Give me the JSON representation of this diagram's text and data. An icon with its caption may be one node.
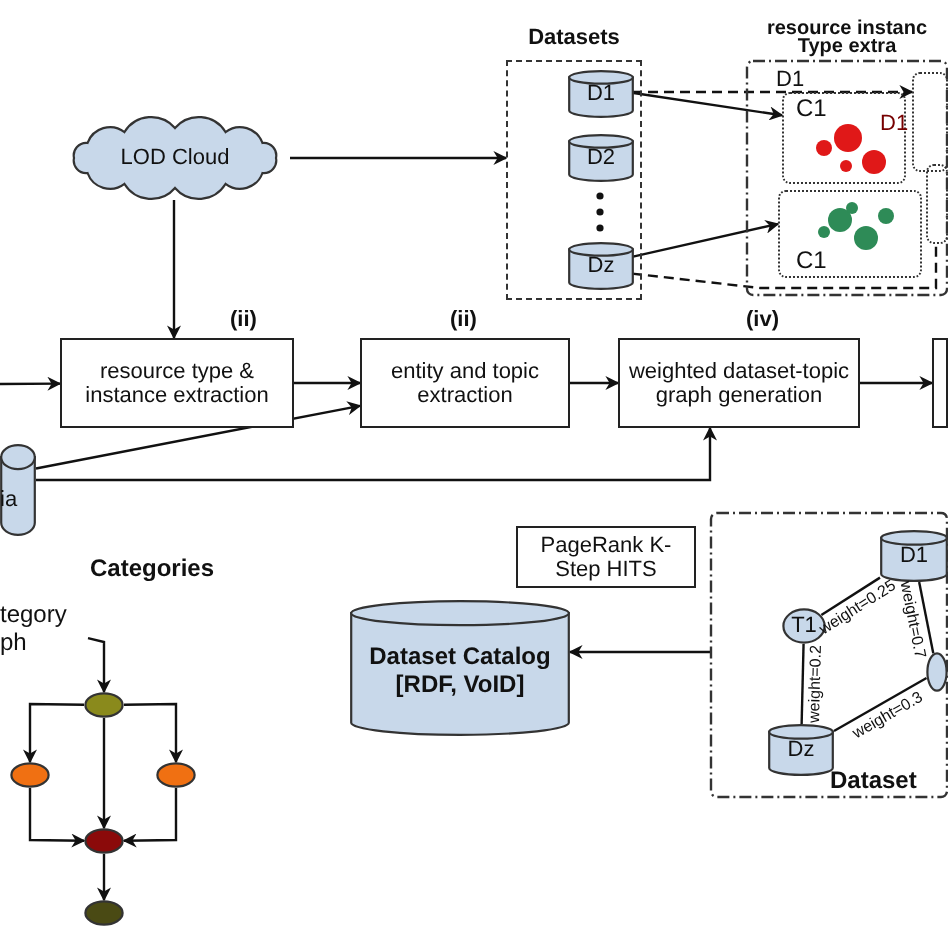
{
  "diagram": {
    "nodes": [
      {
        "text": [
          "LOD Cloud"
        ]
      },
      {
        "text": [
          "Datasets"
        ]
      },
      {
        "text": [
          "D1"
        ],
        "in": 1
      },
      {
        "text": [
          "D2"
        ],
        "in": 1
      },
      {
        "text": [
          "Dz"
        ],
        "in": 1
      },
      {
        "text": [
          "resource instanc Type extra"
        ]
      },
      {
        "text": [
          "C1"
        ],
        "in": 5
      },
      {
        "text": [
          "C1"
        ],
        "in": 5
      },
      {
        "text": [],
        "shape": "box",
        "in": 5
      },
      {
        "text": [],
        "shape": "box",
        "in": 5
      },
      {
        "text": [
          "resource type & instance extraction"
        ],
        "beside": [
          "(ii)"
        ]
      },
      {
        "text": [
          "entity and topic extraction"
        ],
        "beside": [
          "(ii)"
        ]
      },
      {
        "text": [
          "weighted dataset-topic graph generation"
        ],
        "beside": [
          "(iv)"
        ]
      },
      {
        "text": [],
        "shape": "box"
      },
      {
        "text": [
          "ia"
        ]
      },
      {
        "text": [
          "tegory ph"
        ]
      },
      {
        "text": [],
        "shape": "circle"
      },
      {
        "text": [],
        "shape": "circle"
      },
      {
        "text": [],
        "shape": "circle"
      },
      {
        "text": [],
        "shape": "circle"
      },
      {
        "text": [],
        "shape": "circle"
      },
      {
        "text": [
          "PageRank K-Step HITS"
        ]
      },
      {
        "text": [
          "Dataset Catalog [RDF, VoID]"
        ]
      },
      {
        "text": [
          "Dataset"
        ]
      },
      {
        "text": [
          "D1"
        ],
        "in": 23
      },
      {
        "text": [
          "T1"
        ],
        "in": 23
      },
      {
        "text": [
          "Dz"
        ],
        "in": 23
      },
      {
        "text": [],
        "shape": "circle",
        "in": 23
      }
    ],
    "edges": [
      {
        "from": 0,
        "to": 1,
        "arrow": "to"
      },
      {
        "from": 2,
        "to": 6,
        "arrow": "to"
      },
      {
        "from": 2,
        "to": 8,
        "arrow": "to",
        "style": "dashed"
      },
      {
        "from": 4,
        "to": 7,
        "arrow": "to"
      },
      {
        "from": 4,
        "to": 9,
        "arrow": "none",
        "style": "dashed"
      },
      {
        "from": null,
        "to": 10,
        "arrow": "to"
      },
      {
        "from": 0,
        "to": 10,
        "arrow": "to"
      },
      {
        "from": 10,
        "to": 11,
        "arrow": "to"
      },
      {
        "from": 11,
        "to": 12,
        "arrow": "to"
      },
      {
        "from": 12,
        "to": 13,
        "arrow": "to"
      },
      {
        "from": 14,
        "to": 11,
        "arrow": "to"
      },
      {
        "from": 14,
        "to": 12,
        "arrow": "to"
      },
      {
        "from": 15,
        "to": 16,
        "arrow": "to"
      },
      {
        "from": 16,
        "to": 17,
        "arrow": "to"
      },
      {
        "from": 16,
        "to": 18,
        "arrow": "to"
      },
      {
        "from": 16,
        "to": 19,
        "arrow": "to"
      },
      {
        "from": 17,
        "to": 19,
        "arrow": "to"
      },
      {
        "from": 18,
        "to": 19,
        "arrow": "to"
      },
      {
        "from": 19,
        "to": 20,
        "arrow": "to"
      },
      {
        "from": 23,
        "to": 22,
        "arrow": "to"
      },
      {
        "from": 24,
        "to": 25,
        "arrow": "none",
        "label": "weight=0.25"
      },
      {
        "from": 25,
        "to": 26,
        "arrow": "none",
        "label": "weight=0.2"
      },
      {
        "from": 24,
        "to": 27,
        "arrow": "none",
        "label": "weight=0.7"
      },
      {
        "from": 26,
        "to": 27,
        "arrow": "none",
        "label": "weight=0.3"
      }
    ],
    "labels": [
      "D1",
      "D1",
      "Categories"
    ]
  }
}
